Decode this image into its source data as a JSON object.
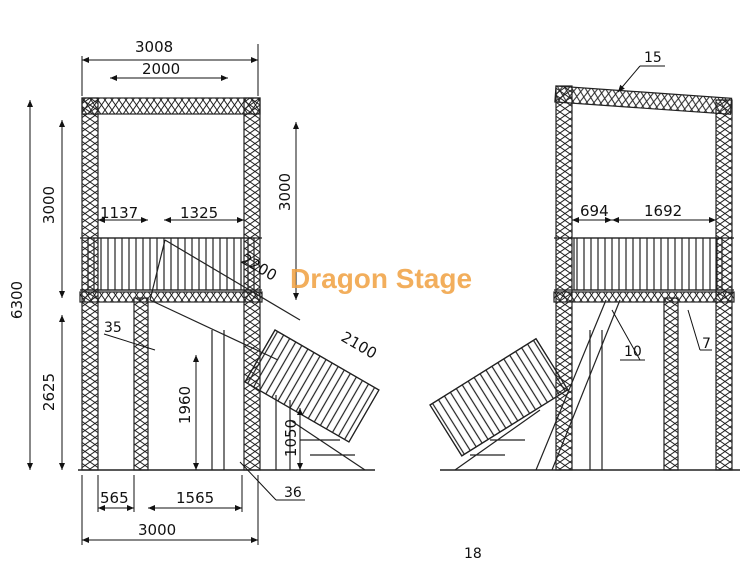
{
  "view": "Stage tower with stair — front and side elevations",
  "dimensions": {
    "overall_top_width": "3008",
    "inner_top_width": "2000",
    "total_height": "6300",
    "upper_height_left": "3000",
    "upper_height_right": "3000",
    "lower_height": "2625",
    "left_bay": "1137",
    "mid_bay": "1325",
    "stair_upper_len": "2200",
    "stair_lower_len": "2100",
    "support_height": "1960",
    "landing_height": "1050",
    "base_left": "565",
    "base_mid": "1565",
    "base_total": "3000",
    "side_left_bay": "694",
    "side_right_bay": "1692"
  },
  "callouts": {
    "c15": "15",
    "c35": "35",
    "c36": "36",
    "c10": "10",
    "c7": "7"
  },
  "watermark": "Dragon Stage",
  "page_number": "18"
}
